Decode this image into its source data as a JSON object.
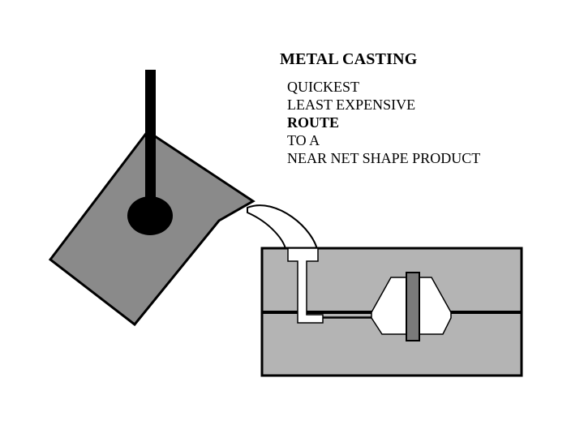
{
  "title": "METAL CASTING",
  "lines": [
    {
      "text": "QUICKEST",
      "bold": false
    },
    {
      "text": "LEAST EXPENSIVE",
      "bold": false
    },
    {
      "text": "ROUTE",
      "bold": true
    },
    {
      "text": "TO A",
      "bold": false
    },
    {
      "text": "NEAR NET SHAPE PRODUCT",
      "bold": false
    }
  ],
  "colors": {
    "ladle": "#8a8a8a",
    "mold": "#b4b4b4",
    "part": "#7a7a7a",
    "cavity": "#ffffff",
    "outline": "#000000"
  },
  "icons": {
    "ladle": "ladle-icon",
    "mold": "mold-icon",
    "pour": "molten-metal-stream"
  }
}
